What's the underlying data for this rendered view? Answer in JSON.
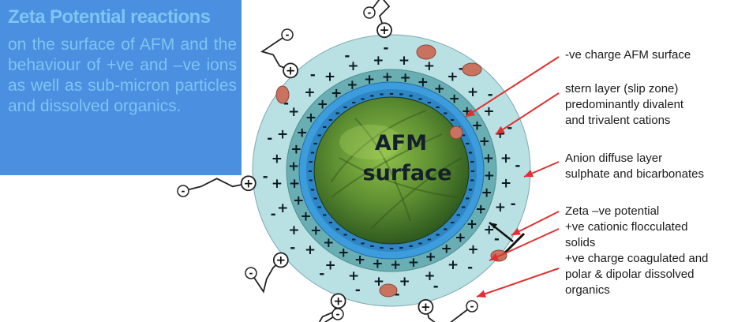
{
  "title": {
    "heading": "Zeta Potential reactions",
    "body": "on the surface of AFM and the behaviour of +ve and –ve ions as well as sub-micron particles and dissolved organics."
  },
  "core_label": {
    "line1": "AFM",
    "line2": "surface"
  },
  "labels": [
    {
      "id": "neg-surface",
      "lines": [
        "-ve  charge AFM surface"
      ]
    },
    {
      "id": "stern-layer",
      "lines": [
        "stern layer (slip zone)",
        "predominantly divalent",
        "and trivalent cations"
      ]
    },
    {
      "id": "anion-diffuse",
      "lines": [
        "Anion diffuse  layer",
        "sulphate and bicarbonates"
      ]
    },
    {
      "id": "zeta-group",
      "lines": [
        "Zeta –ve potential",
        "+ve cationic flocculated",
        "solids",
        "+ve charge coagulated and",
        "polar & dipolar dissolved",
        "organics"
      ]
    }
  ],
  "symbols": {
    "plus": "+",
    "minus": "-"
  },
  "colors": {
    "title_bg": "#4a8fe0",
    "title_text": "#7fc4f2",
    "outer_ring": "#b9e0e3",
    "middle_ring": "#69aeb2",
    "stern_ring": "#3c9cdc",
    "surface_ring": "#2f86c4",
    "core": "#5e8f32",
    "arrow": "#e03030",
    "particle": "#c9725f"
  }
}
